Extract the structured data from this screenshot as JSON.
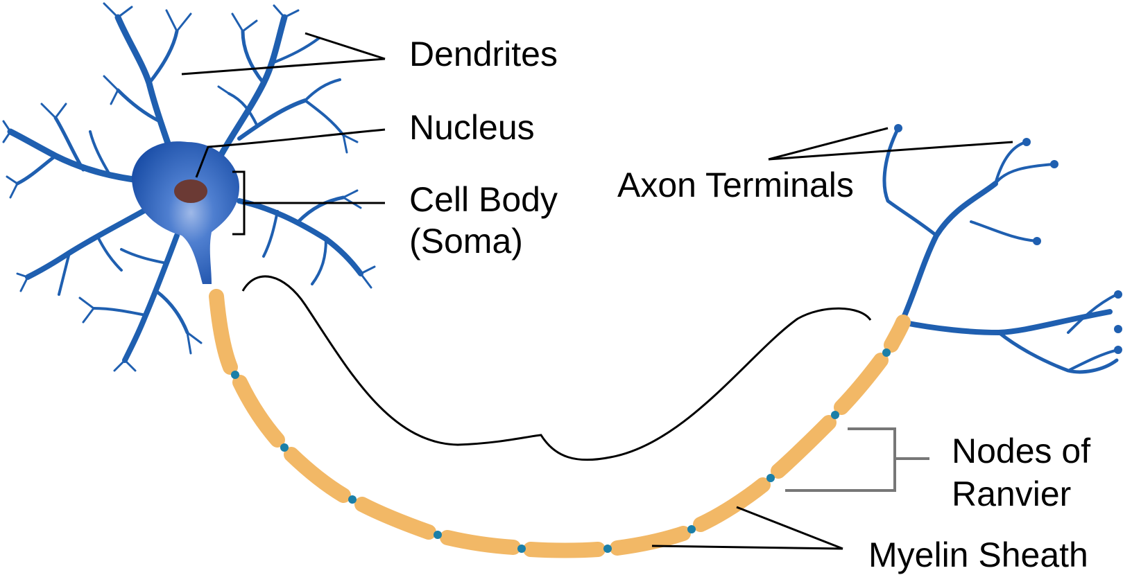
{
  "labels": {
    "dendrites": "Dendrites",
    "nucleus": "Nucleus",
    "cell_body_line1": "Cell Body",
    "cell_body_line2": "(Soma)",
    "axon_terminals": "Axon Terminals",
    "nodes_line1": "Nodes of",
    "nodes_line2": "Ranvier",
    "myelin_sheath": "Myelin Sheath"
  },
  "colors": {
    "neuron_blue": "#1f5fb0",
    "myelin": "#f2b866",
    "node_teal": "#1b7fa8",
    "nucleus": "#6b3a34",
    "leader_line": "#000000",
    "bracket_gray": "#777777"
  }
}
